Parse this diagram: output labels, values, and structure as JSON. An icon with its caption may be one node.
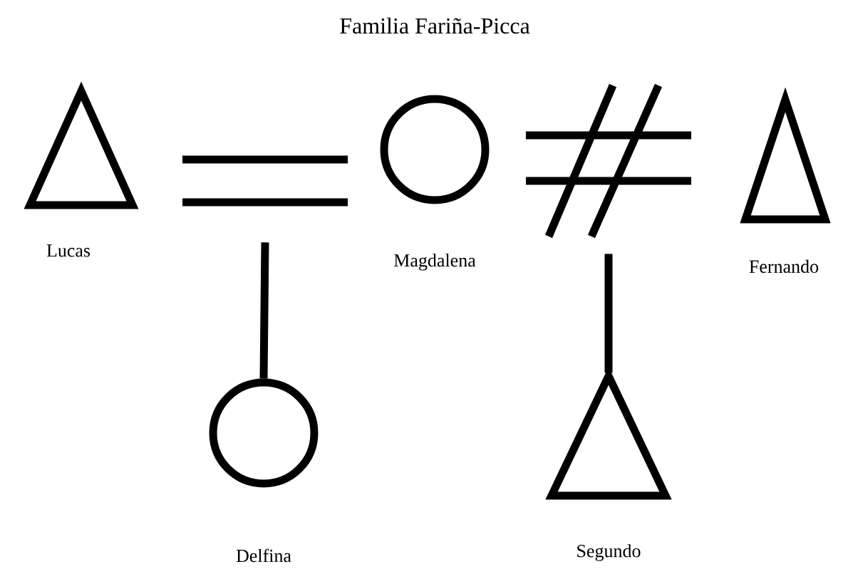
{
  "diagram": {
    "title": "Familia Fariña-Picca",
    "nodes": [
      {
        "text": [],
        "shape": "triangle",
        "beside": [
          "Lucas"
        ]
      },
      {
        "text": [],
        "shape": "equals"
      },
      {
        "text": [],
        "shape": "circle",
        "beside": [
          "Magdalena"
        ]
      },
      {
        "text": [],
        "shape": "hash"
      },
      {
        "text": [],
        "shape": "triangle",
        "beside": [
          "Fernando"
        ]
      },
      {
        "text": [],
        "shape": "circle",
        "beside": [
          "Delfina"
        ]
      },
      {
        "text": [],
        "shape": "triangle",
        "beside": [
          "Segundo"
        ]
      }
    ],
    "edges": [
      {
        "from": 1,
        "to": 5,
        "arrow": "none"
      },
      {
        "from": 3,
        "to": 6,
        "arrow": "none"
      }
    ]
  }
}
